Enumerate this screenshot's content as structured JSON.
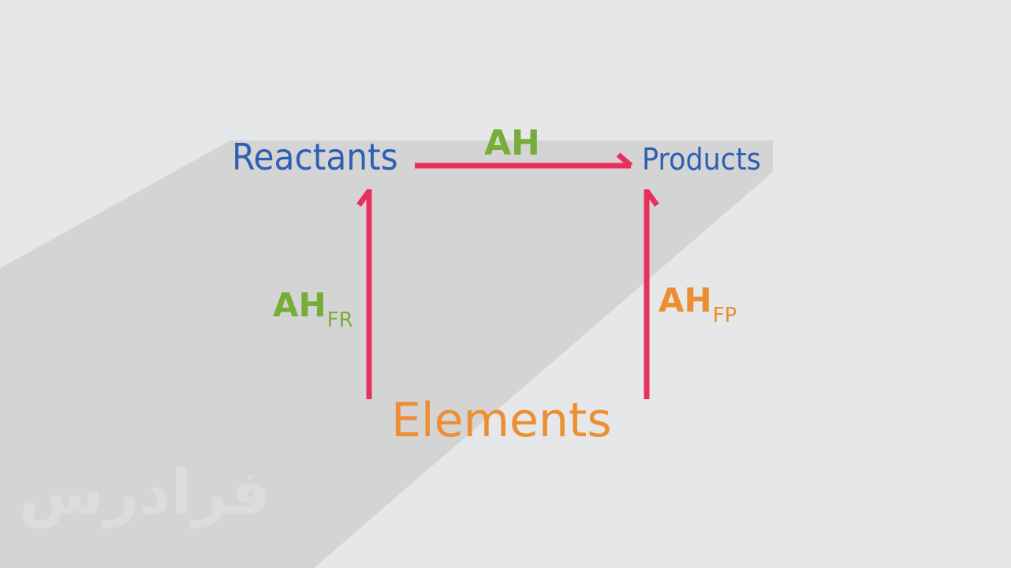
{
  "diagram": {
    "nodes": {
      "reactants": "Reactants",
      "products": "Products",
      "elements": "Elements"
    },
    "edges": {
      "reaction": {
        "label": "AH",
        "from": "reactants",
        "to": "products"
      },
      "formation_reactants": {
        "label": "AH",
        "subscript": "FR",
        "from": "elements",
        "to": "reactants"
      },
      "formation_products": {
        "label": "AH",
        "subscript": "FP",
        "from": "elements",
        "to": "products"
      }
    }
  },
  "watermark": "فرادرس",
  "colors": {
    "background": "#e6e7e9",
    "shadow": "#d4d4d4",
    "arrow": "#e8305e",
    "node_blue": "#2f5fb3",
    "elements_orange": "#ee8e34",
    "label_green": "#78ad3a",
    "label_orange": "#ee8e34",
    "watermark": "#dcdcdc"
  }
}
